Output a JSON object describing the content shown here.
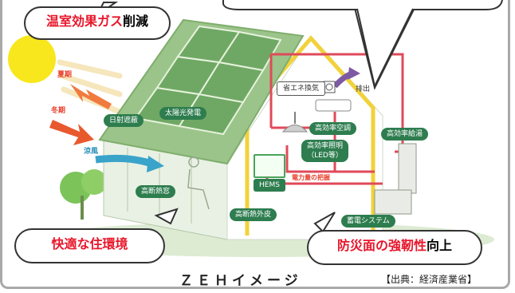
{
  "bubbles": {
    "greenhouse": {
      "highlight": "温室効果ガス",
      "rest": "削減"
    },
    "comfort": "快適な住環境",
    "disaster": {
      "highlight": "防災面の強靭性",
      "rest": "向上"
    }
  },
  "labels": {
    "summer": "夏期",
    "winter": "冬期",
    "sun_shading": "日射遮蔽",
    "solar_power": "太陽光発電",
    "cool_breeze": "涼風",
    "insulated_window": "高断熱窓",
    "insulated_wall": "高断熱外皮",
    "ventilation": "省エネ換気",
    "exhaust": "排出",
    "air_conditioning": "高効率空調",
    "lighting": "高効率照明\n（LED等）",
    "power_monitor": "電力量の把握",
    "hems": "HEMS",
    "water_heater": "高効率給湯",
    "battery": "蓄電システム"
  },
  "caption": "ＺＥＨイメージ",
  "source": "【出典：経済産業省】",
  "colors": {
    "accent_red": "#e8162b",
    "roof_green": "#9bc48a",
    "frame_yellow": "#f2d23a",
    "wire_red": "#e04a5a",
    "sun": "#f8e71c"
  }
}
